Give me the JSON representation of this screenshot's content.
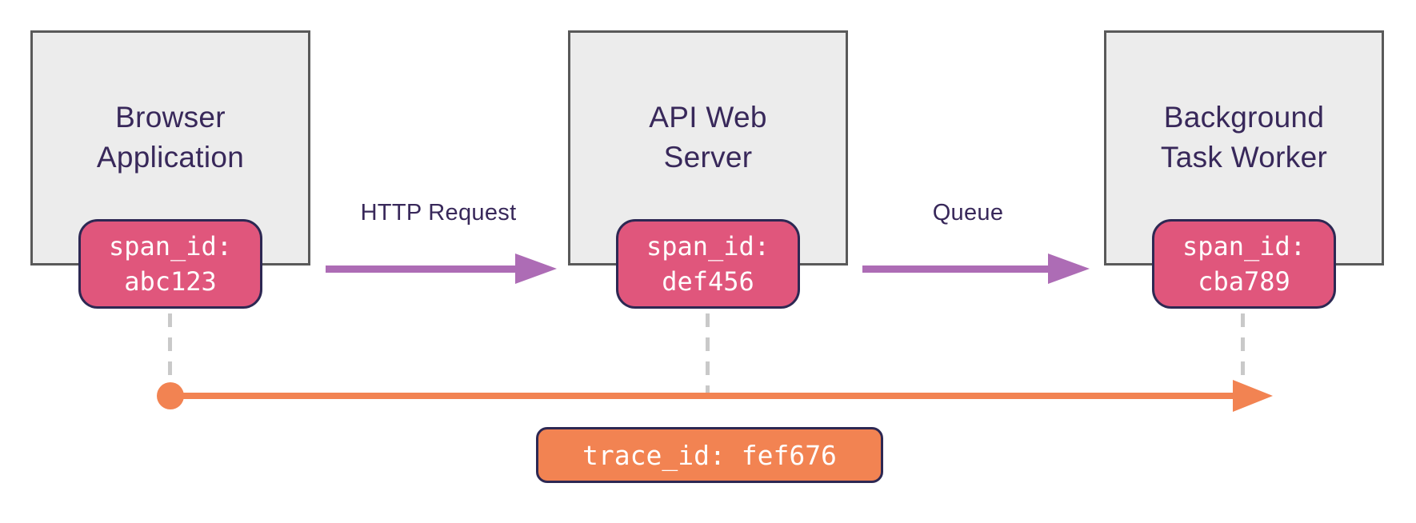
{
  "diagram": {
    "nodes": [
      {
        "label": "Browser\nApplication",
        "span_badge": "span_id:\nabc123"
      },
      {
        "label": "API Web\nServer",
        "span_badge": "span_id:\ndef456"
      },
      {
        "label": "Background\nTask Worker",
        "span_badge": "span_id:\ncba789"
      }
    ],
    "edges": [
      {
        "label": "HTTP Request"
      },
      {
        "label": "Queue"
      }
    ],
    "timeline": {
      "trace_badge": "trace_id: fef676"
    }
  },
  "colors": {
    "span_badge_fill": "#e0567c",
    "badge_border": "#2d2853",
    "edge_arrow": "#ad6cb5",
    "timeline": "#f28352",
    "trace_badge_fill": "#f28352",
    "node_fill": "#ececec",
    "node_border": "#595959",
    "text": "#38285a",
    "dashed_line": "#c9c9c9"
  }
}
